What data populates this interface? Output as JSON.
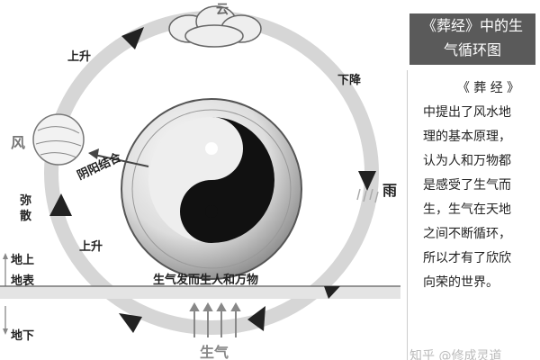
{
  "diagram": {
    "labels": {
      "cloud": "云",
      "rise_top": "上升",
      "descend": "下降",
      "wind": "风",
      "rain": "雨",
      "disperse": "弥散",
      "rise_left": "上升",
      "yin_yang_combine": "阴阳结合",
      "above_ground": "地上",
      "surface": "地表",
      "underground": "地下",
      "ground_caption": "生气发而生人和万物",
      "vital_qi": "生气"
    }
  },
  "panel": {
    "title_line1": "《葬经》中的生",
    "title_line2": "气循环图",
    "body_head": "《 葬 经 》",
    "body_lines": [
      "中提出了风水地",
      "理的基本原理，",
      "认为人和万物都",
      "是感受了生气而",
      "生，生气在天地",
      "之间不断循环，",
      "所以才有了欣欣",
      "向荣的世界。"
    ]
  },
  "watermark": "知乎 @修成灵道"
}
